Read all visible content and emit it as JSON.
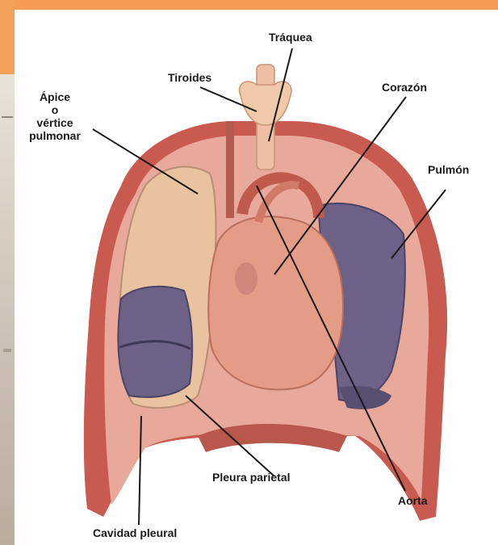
{
  "labels": {
    "traquea": "Tráquea",
    "tiroides": "Tiroides",
    "corazon": "Corazón",
    "apice_line1": "Ápice",
    "apice_line2": "o",
    "apice_line3": "vértice",
    "apice_line4": "pulmonar",
    "pulmon": "Pulmón",
    "pleura_parietal": "Pleura parietal",
    "aorta": "Aorta",
    "cavidad_pleural": "Cavidad pleural"
  },
  "colors": {
    "frame_orange": "#f6a35a",
    "ribcage_red": "#c85a50",
    "pleura_pink": "#e8a89a",
    "heart": "#e59c86",
    "lung_purple": "#6e6188",
    "lung_tan": "#e9c3a0"
  }
}
